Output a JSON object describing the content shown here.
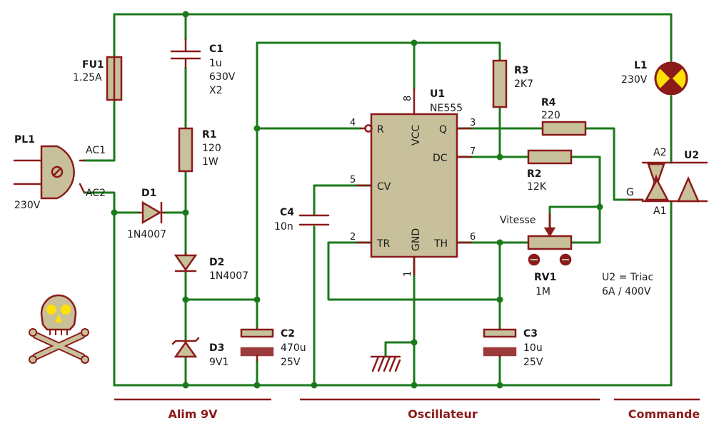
{
  "components": {
    "fu1": {
      "ref": "FU1",
      "value": "1.25A"
    },
    "pl1": {
      "ref": "PL1",
      "value": "230V",
      "pin1": "AC1",
      "pin2": "AC2"
    },
    "c1": {
      "ref": "C1",
      "value": "1u",
      "voltage": "630V",
      "class": "X2"
    },
    "r1": {
      "ref": "R1",
      "value": "120",
      "power": "1W"
    },
    "d1": {
      "ref": "D1",
      "value": "1N4007"
    },
    "d2": {
      "ref": "D2",
      "value": "1N4007"
    },
    "d3": {
      "ref": "D3",
      "value": "9V1"
    },
    "c2": {
      "ref": "C2",
      "value": "470u",
      "voltage": "25V"
    },
    "c4": {
      "ref": "C4",
      "value": "10n"
    },
    "u1": {
      "ref": "U1",
      "value": "NE555",
      "pins": {
        "r": "R",
        "vcc": "VCC",
        "q": "Q",
        "dc": "DC",
        "cv": "CV",
        "tr": "TR",
        "gnd": "GND",
        "th": "TH"
      },
      "pin_numbers": {
        "p1": "1",
        "p2": "2",
        "p3": "3",
        "p4": "4",
        "p5": "5",
        "p6": "6",
        "p7": "7",
        "p8": "8"
      }
    },
    "r3": {
      "ref": "R3",
      "value": "2K7"
    },
    "r4": {
      "ref": "R4",
      "value": "220"
    },
    "r2": {
      "ref": "R2",
      "value": "12K"
    },
    "rv1": {
      "ref": "RV1",
      "value": "1M",
      "label": "Vitesse"
    },
    "c3": {
      "ref": "C3",
      "value": "10u",
      "voltage": "25V"
    },
    "l1": {
      "ref": "L1",
      "value": "230V"
    },
    "u2": {
      "ref": "U2",
      "pin_a2": "A2",
      "pin_a1": "A1",
      "pin_g": "G",
      "note1": "U2 = Triac",
      "note2": "6A / 400V"
    }
  },
  "sections": {
    "alim": "Alim 9V",
    "osc": "Oscillateur",
    "cmd": "Commande"
  },
  "colors": {
    "wire": "#1a7a1a",
    "component": "#8b1a1a",
    "body_fill": "#c8c09a",
    "lamp_fill": "#ffe000",
    "skull_fill": "#c8c09a",
    "skull_eyes": "#ffe000"
  }
}
